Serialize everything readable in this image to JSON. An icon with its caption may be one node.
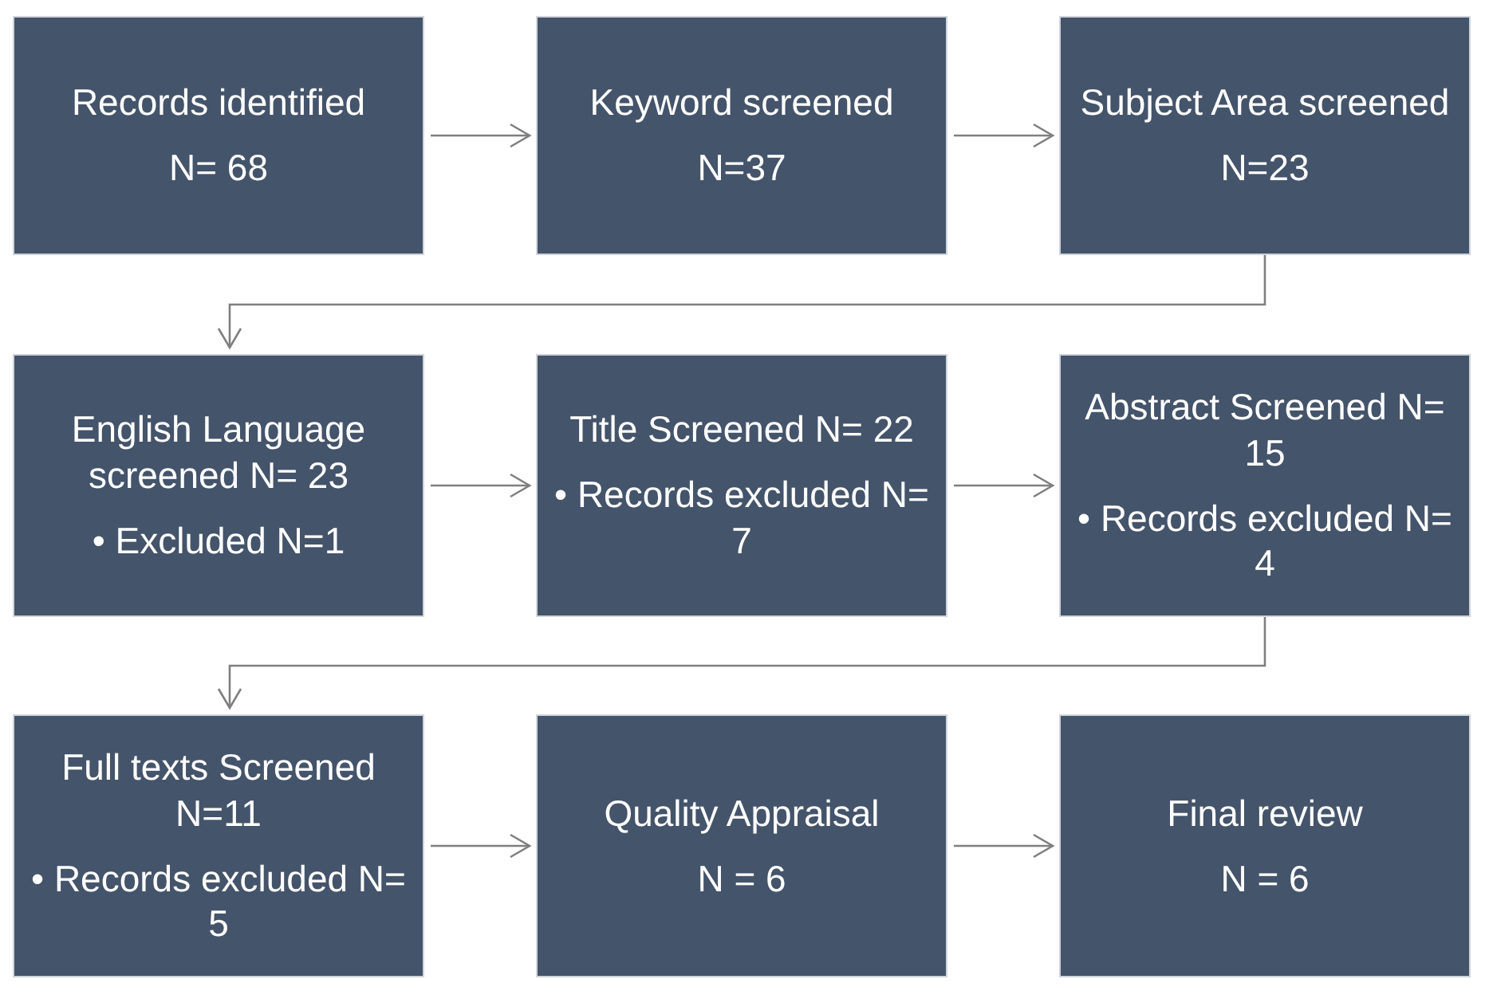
{
  "diagram": {
    "nodes": [
      {
        "text": [
          "Records identified",
          "N= 68"
        ]
      },
      {
        "text": [
          "Keyword screened",
          "N=37"
        ]
      },
      {
        "text": [
          "Subject Area screened",
          "N=23"
        ]
      },
      {
        "text": [
          "English Language screened N= 23",
          "• Excluded N=1"
        ]
      },
      {
        "text": [
          "Title Screened N= 22",
          "• Records excluded N= 7"
        ]
      },
      {
        "text": [
          "Abstract Screened N= 15",
          "• Records excluded N= 4"
        ]
      },
      {
        "text": [
          "Full texts Screened N=11",
          "• Records excluded N= 5"
        ]
      },
      {
        "text": [
          "Quality Appraisal",
          "N = 6"
        ]
      },
      {
        "text": [
          "Final review",
          "N = 6"
        ]
      }
    ],
    "edges": [
      {
        "from": 0,
        "to": 1,
        "arrow": "to"
      },
      {
        "from": 1,
        "to": 2,
        "arrow": "to"
      },
      {
        "from": 2,
        "to": 3,
        "arrow": "to"
      },
      {
        "from": 3,
        "to": 4,
        "arrow": "to"
      },
      {
        "from": 4,
        "to": 5,
        "arrow": "to"
      },
      {
        "from": 5,
        "to": 6,
        "arrow": "to"
      },
      {
        "from": 6,
        "to": 7,
        "arrow": "to"
      },
      {
        "from": 7,
        "to": 8,
        "arrow": "to"
      }
    ]
  }
}
